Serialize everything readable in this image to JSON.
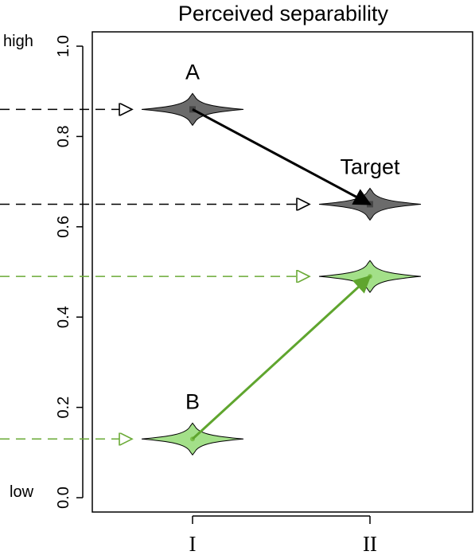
{
  "chart_data": {
    "type": "scatter",
    "title": "Perceived separability",
    "xlabel": "",
    "ylabel": "",
    "categories": [
      "I",
      "II"
    ],
    "yticks": [
      "0.0",
      "0.2",
      "0.4",
      "0.6",
      "0.8",
      "1.0"
    ],
    "ylim": [
      0.0,
      1.0
    ],
    "y_side_labels": {
      "high": "high",
      "low": "low"
    },
    "grid": false,
    "series": [
      {
        "color": "#6b6b6b",
        "arrow_color": "#000000",
        "points": [
          {
            "category": "I",
            "y": 0.86,
            "label": "A"
          },
          {
            "category": "II",
            "y": 0.65,
            "label": "Target"
          }
        ]
      },
      {
        "color": "#a3e089",
        "arrow_color": "#5fa52e",
        "points": [
          {
            "category": "I",
            "y": 0.13,
            "label": "B"
          },
          {
            "category": "II",
            "y": 0.49,
            "label": ""
          }
        ]
      }
    ]
  }
}
